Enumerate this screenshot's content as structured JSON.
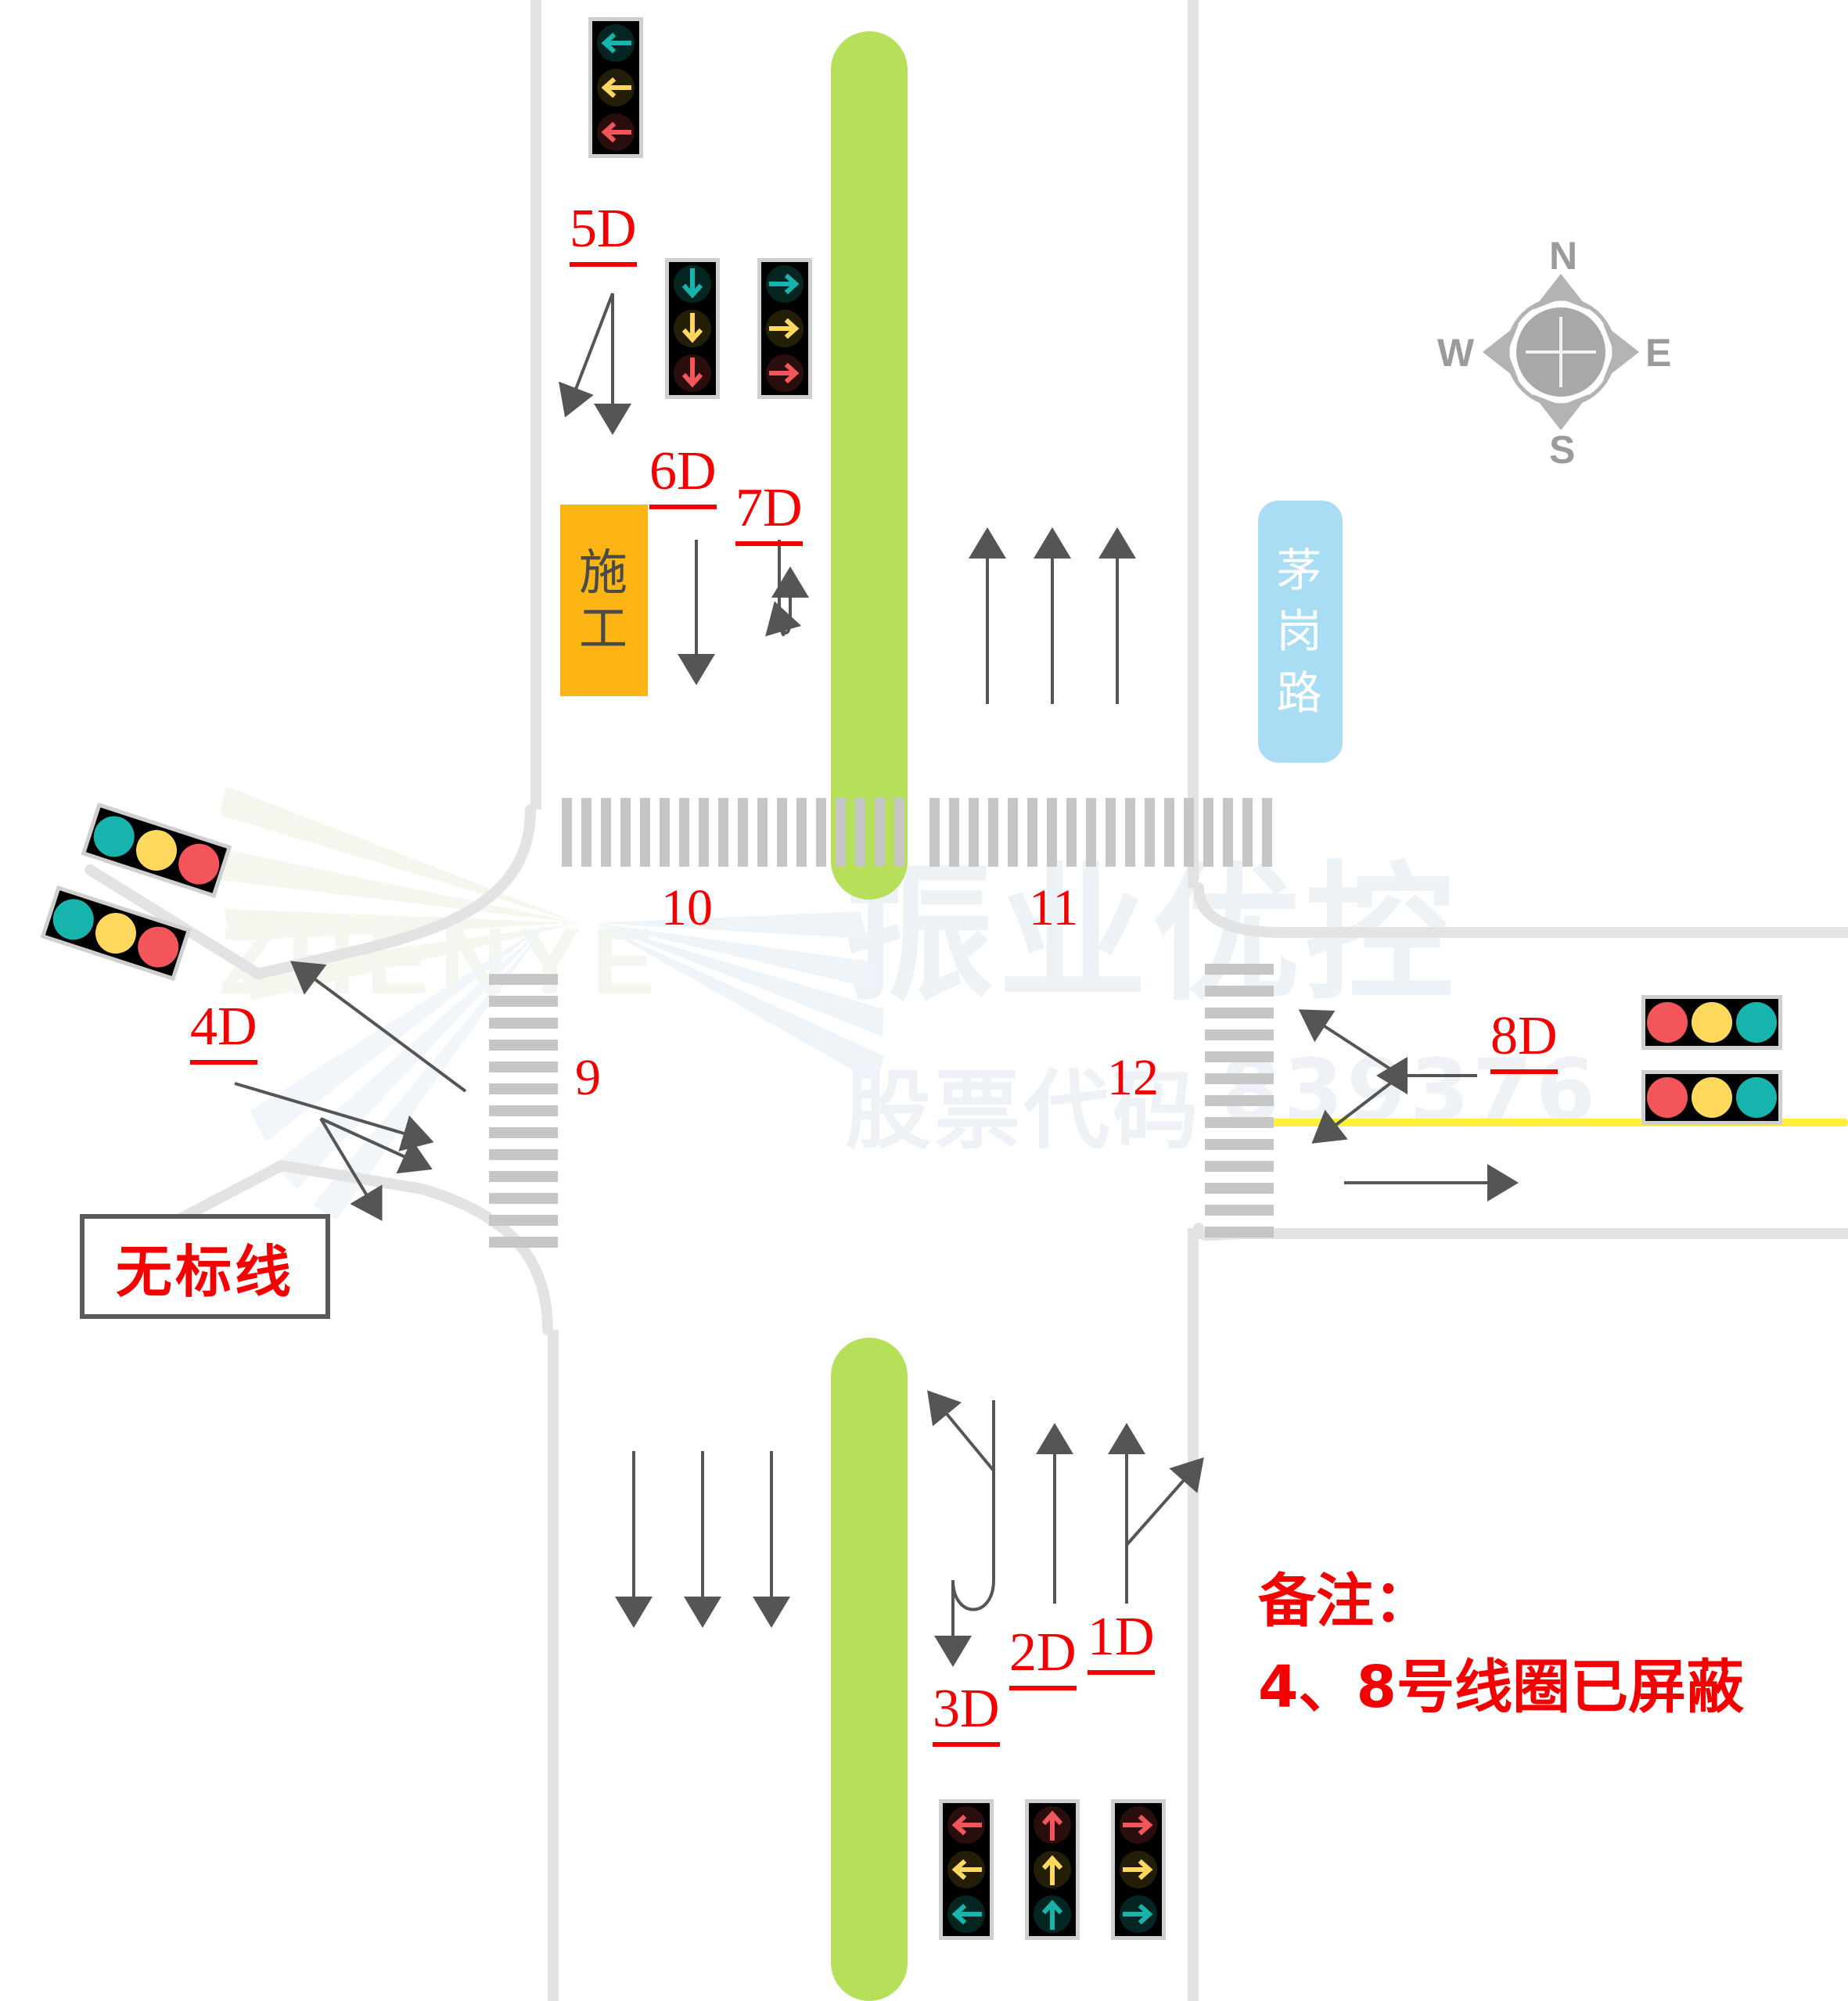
{
  "compass": {
    "n": "N",
    "e": "E",
    "s": "S",
    "w": "W"
  },
  "road_plate": {
    "text": "茅岗路",
    "chars": [
      "茅",
      "岗",
      "路"
    ],
    "color": "#a9ddf3"
  },
  "construction_sign": {
    "chars": [
      "施",
      "工"
    ],
    "text": "施工",
    "color": "#fcb515"
  },
  "no_marking_box": {
    "text": "无标线",
    "border_color": "#5a5a5a",
    "text_color": "#f50000"
  },
  "note": {
    "title": "备注：",
    "line": "4、8号线圈已屏蔽",
    "color": "#f50000"
  },
  "detector_labels": [
    {
      "id": "1D",
      "text": "1D"
    },
    {
      "id": "2D",
      "text": "2D"
    },
    {
      "id": "3D",
      "text": "3D"
    },
    {
      "id": "4D",
      "text": "4D"
    },
    {
      "id": "5D",
      "text": "5D"
    },
    {
      "id": "6D",
      "text": "6D"
    },
    {
      "id": "7D",
      "text": "7D"
    },
    {
      "id": "8D",
      "text": "8D"
    }
  ],
  "crosswalk_labels": [
    {
      "id": "9",
      "text": "9"
    },
    {
      "id": "10",
      "text": "10"
    },
    {
      "id": "11",
      "text": "11"
    },
    {
      "id": "12",
      "text": "12"
    }
  ],
  "signals": [
    {
      "id": "north-left-arrow-signal",
      "orientation": "vertical",
      "arrows": [
        "left",
        "left",
        "left"
      ],
      "order": [
        "green",
        "yellow",
        "red"
      ]
    },
    {
      "id": "north-through-signal",
      "orientation": "vertical",
      "arrows": [
        "down",
        "down",
        "down"
      ],
      "order": [
        "green",
        "yellow",
        "red"
      ]
    },
    {
      "id": "north-right-signal",
      "orientation": "vertical",
      "arrows": [
        "right",
        "right",
        "right"
      ],
      "order": [
        "green",
        "yellow",
        "red"
      ]
    },
    {
      "id": "west-signal-upper",
      "orientation": "horizontal",
      "arrows": [
        "solid",
        "solid",
        "solid"
      ],
      "order": [
        "green",
        "yellow",
        "red"
      ]
    },
    {
      "id": "west-signal-lower",
      "orientation": "horizontal",
      "arrows": [
        "solid",
        "solid",
        "solid"
      ],
      "order": [
        "green",
        "yellow",
        "red"
      ]
    },
    {
      "id": "east-signal-upper",
      "orientation": "horizontal",
      "arrows": [
        "solid",
        "solid",
        "solid"
      ],
      "order": [
        "red",
        "yellow",
        "green"
      ]
    },
    {
      "id": "east-signal-lower",
      "orientation": "horizontal",
      "arrows": [
        "solid",
        "solid",
        "solid"
      ],
      "order": [
        "red",
        "yellow",
        "green"
      ]
    },
    {
      "id": "south-left-signal",
      "orientation": "vertical",
      "arrows": [
        "left",
        "left",
        "left"
      ],
      "order": [
        "red",
        "yellow",
        "green"
      ]
    },
    {
      "id": "south-through-signal",
      "orientation": "vertical",
      "arrows": [
        "up",
        "up",
        "up"
      ],
      "order": [
        "red",
        "yellow",
        "green"
      ]
    },
    {
      "id": "south-right-signal",
      "orientation": "vertical",
      "arrows": [
        "right",
        "right",
        "right"
      ],
      "order": [
        "red",
        "yellow",
        "green"
      ]
    }
  ],
  "colors": {
    "red": "#f4555b",
    "yellow": "#ffd95e",
    "green": "#17b3ad",
    "median": "#b7e05a",
    "road_edge": "#e3e3e3",
    "crosswalk": "#c6c6c6",
    "yellow_line": "#ffef3a",
    "label_red": "#f50000",
    "arrow_gray": "#555555"
  },
  "watermark": {
    "brand": "振业优控",
    "logo": "ZHENYE",
    "stock_label": "股票代码",
    "stock_code": "839376"
  }
}
